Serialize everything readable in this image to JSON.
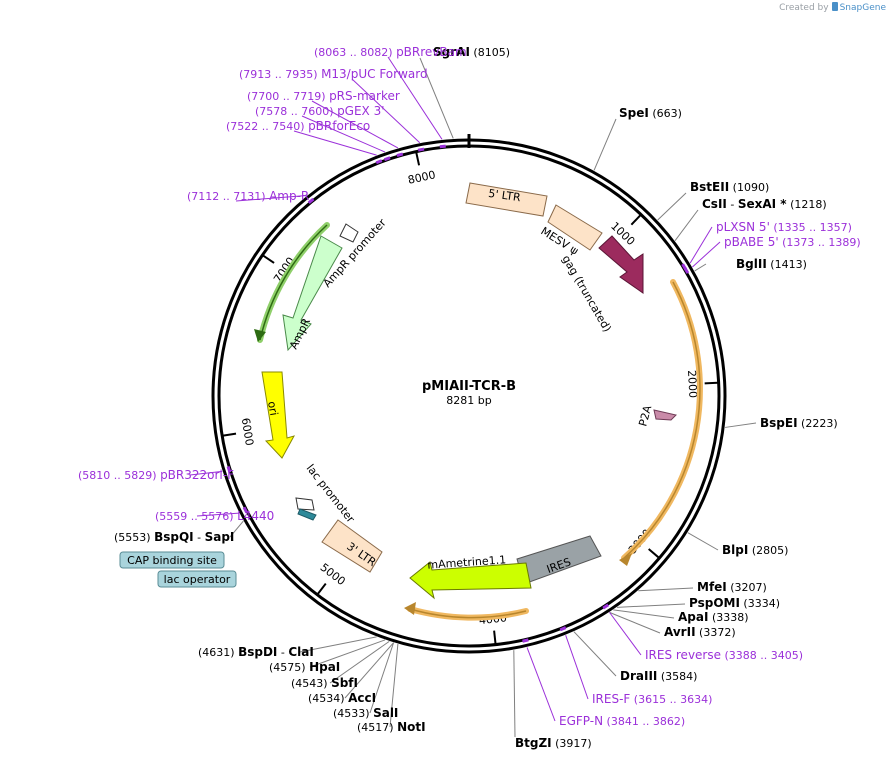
{
  "app": {
    "watermark": "Created by",
    "brand": "SnapGene"
  },
  "plasmid": {
    "name": "pMIAII-TCR-B",
    "length": "8281 bp"
  },
  "scale_ticks": [
    {
      "label": "1000",
      "pos": 1000
    },
    {
      "label": "2000",
      "pos": 2000
    },
    {
      "label": "3000",
      "pos": 3000
    },
    {
      "label": "4000",
      "pos": 4000
    },
    {
      "label": "5000",
      "pos": 5000
    },
    {
      "label": "6000",
      "pos": 6000
    },
    {
      "label": "7000",
      "pos": 7000
    },
    {
      "label": "8000",
      "pos": 8000
    }
  ],
  "features": [
    {
      "name": "5' LTR",
      "kind": "box",
      "color": "#fde3c8"
    },
    {
      "name": "MESV ψ",
      "kind": "box",
      "color": "#fde3c8"
    },
    {
      "name": "gag (truncated)",
      "kind": "arrow",
      "color": "#9c2b5e"
    },
    {
      "name": "P2A",
      "kind": "small-arrow",
      "color": "#c98aa8"
    },
    {
      "name": "IRES",
      "kind": "box",
      "color": "#9aa2a6"
    },
    {
      "name": "mAmetrine1.1",
      "kind": "arrow",
      "color": "#ccff00"
    },
    {
      "name": "3' LTR",
      "kind": "box",
      "color": "#fde3c8"
    },
    {
      "name": "lac promoter",
      "kind": "small-arrow",
      "color": "#ffffff"
    },
    {
      "name": "ori",
      "kind": "arrow",
      "color": "#ffff00"
    },
    {
      "name": "AmpR",
      "kind": "arrow",
      "color": "#ccffcc"
    },
    {
      "name": "AmpR promoter",
      "kind": "small-arrow",
      "color": "#ffffff"
    }
  ],
  "sites": [
    {
      "name": "SgrAI",
      "pos": "(8105)"
    },
    {
      "name": "SpeI",
      "pos": "(663)"
    },
    {
      "name": "BstEII",
      "pos": "(1090)"
    },
    {
      "name": "CsII",
      "name2": "SexAI *",
      "pos": "(1218)"
    },
    {
      "name": "BglII",
      "pos": "(1413)"
    },
    {
      "name": "BspEI",
      "pos": "(2223)"
    },
    {
      "name": "BlpI",
      "pos": "(2805)"
    },
    {
      "name": "MfeI",
      "pos": "(3207)"
    },
    {
      "name": "PspOMI",
      "pos": "(3334)"
    },
    {
      "name": "ApaI",
      "pos": "(3338)"
    },
    {
      "name": "AvrII",
      "pos": "(3372)"
    },
    {
      "name": "DraIII",
      "pos": "(3584)"
    },
    {
      "name": "BtgZI",
      "pos": "(3917)"
    },
    {
      "name": "NotI",
      "pos": "(4517)"
    },
    {
      "name": "SalI",
      "pos": "(4533)"
    },
    {
      "name": "AccI",
      "pos": "(4534)"
    },
    {
      "name": "SbfI",
      "pos": "(4543)"
    },
    {
      "name": "HpaI",
      "pos": "(4575)"
    },
    {
      "name": "BspDI",
      "name2": "ClaI",
      "pos": "(4631)"
    },
    {
      "name": "BspQI",
      "name2": "SapI",
      "pos": "(5553)"
    }
  ],
  "primers": [
    {
      "name": "pBRrevBam",
      "range": "(8063 .. 8082)"
    },
    {
      "name": "M13/pUC Forward",
      "range": "(7913 .. 7935)"
    },
    {
      "name": "pRS-marker",
      "range": "(7700 .. 7719)"
    },
    {
      "name": "pGEX 3'",
      "range": "(7578 .. 7600)"
    },
    {
      "name": "pBRforEco",
      "range": "(7522 .. 7540)"
    },
    {
      "name": "Amp-R",
      "range": "(7112 .. 7131)"
    },
    {
      "name": "pLXSN 5'",
      "range": "(1335 .. 1357)"
    },
    {
      "name": "pBABE 5'",
      "range": "(1373 .. 1389)"
    },
    {
      "name": "IRES reverse",
      "range": "(3388 .. 3405)"
    },
    {
      "name": "IRES-F",
      "range": "(3615 .. 3634)"
    },
    {
      "name": "EGFP-N",
      "range": "(3841 .. 3862)"
    },
    {
      "name": "pBR322ori-F",
      "range": "(5810 .. 5829)"
    },
    {
      "name": "L4440",
      "range": "(5559 .. 5576)"
    }
  ],
  "boxed_labels": [
    {
      "name": "CAP binding site",
      "color": "#a9d4dc"
    },
    {
      "name": "lac operator",
      "color": "#a9d4dc"
    }
  ],
  "colors": {
    "backbone": "#000000",
    "primer": "#9b30d9",
    "orf_highlight": "#f0b860",
    "leader": "#808080"
  }
}
